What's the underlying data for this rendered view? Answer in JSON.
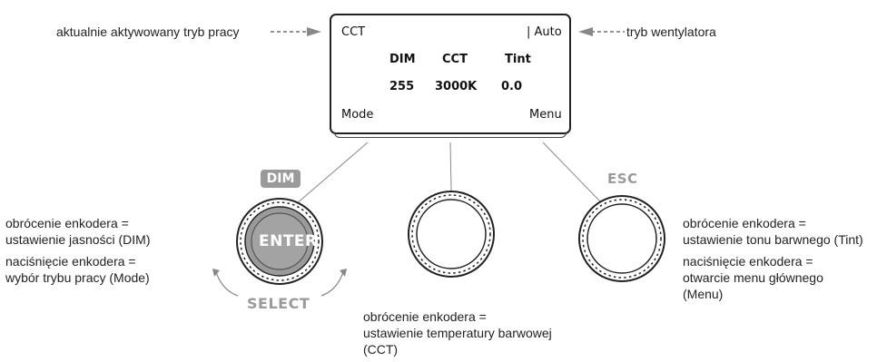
{
  "display": {
    "mode_name": "CCT",
    "fan_mode": "| Auto",
    "headers": [
      "DIM",
      "CCT",
      "Tint"
    ],
    "values": [
      "255",
      "3000K",
      "0.0"
    ],
    "softkey_left": "Mode",
    "softkey_right": "Menu"
  },
  "keys": {
    "left_top": "DIM",
    "left_center": "ENTER",
    "left_bottom": "SELECT",
    "right_top": "ESC"
  },
  "annotations": {
    "active_mode": "aktualnie aktywowany tryb pracy",
    "fan_mode": "tryb wentylatora",
    "left_rotate_1": "obrócenie enkodera =",
    "left_rotate_2": "ustawienie jasności (DIM)",
    "left_press_1": "naciśnięcie enkodera =",
    "left_press_2": "wybór trybu pracy (Mode)",
    "mid_rotate_1": "obrócenie enkodera =",
    "mid_rotate_2": "ustawienie temperatury barwowej",
    "mid_rotate_3": "(CCT)",
    "right_rotate_1": "obrócenie enkodera =",
    "right_rotate_2": "ustawienie tonu barwnego (Tint)",
    "right_press_1": "naciśnięcie enkodera =",
    "right_press_2": "otwarcie menu głównego",
    "right_press_3": "(Menu)"
  }
}
